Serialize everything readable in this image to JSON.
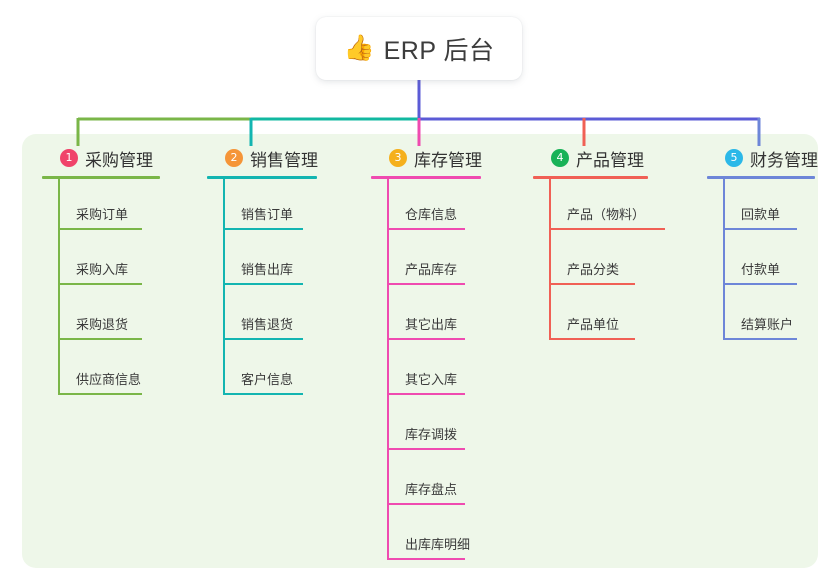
{
  "root": {
    "icon": "thumbs-up-icon",
    "emoji": "👍",
    "title": "ERP 后台"
  },
  "theme": {
    "panel_bg": "#eef7e9",
    "page_bg": "#ffffff",
    "root_connector": "#5b5bd6",
    "bus_left": "#7ab648",
    "bus_mid": "#12b8a0",
    "bus_right": "#5b5bd6"
  },
  "columns": [
    {
      "index": "1",
      "title": "采购管理",
      "badge_color": "#f0436a",
      "accent": "#7ab648",
      "items": [
        {
          "label": "采购订单"
        },
        {
          "label": "采购入库"
        },
        {
          "label": "采购退货"
        },
        {
          "label": "供应商信息"
        }
      ]
    },
    {
      "index": "2",
      "title": "销售管理",
      "badge_color": "#f59538",
      "accent": "#13b5b1",
      "items": [
        {
          "label": "销售订单"
        },
        {
          "label": "销售出库"
        },
        {
          "label": "销售退货"
        },
        {
          "label": "客户信息"
        }
      ]
    },
    {
      "index": "3",
      "title": "库存管理",
      "badge_color": "#f5b01c",
      "accent": "#ef4bb0",
      "items": [
        {
          "label": "仓库信息"
        },
        {
          "label": "产品库存"
        },
        {
          "label": "其它出库"
        },
        {
          "label": "其它入库"
        },
        {
          "label": "库存调拨"
        },
        {
          "label": "库存盘点"
        },
        {
          "label": "出库库明细"
        }
      ]
    },
    {
      "index": "4",
      "title": "产品管理",
      "badge_color": "#18b257",
      "accent": "#f06055",
      "items": [
        {
          "label": "产品（物料）"
        },
        {
          "label": "产品分类"
        },
        {
          "label": "产品单位"
        }
      ]
    },
    {
      "index": "5",
      "title": "财务管理",
      "badge_color": "#2bb8e8",
      "accent": "#6d86d8",
      "items": [
        {
          "label": "回款单"
        },
        {
          "label": "付款单"
        },
        {
          "label": "结算账户"
        }
      ]
    }
  ]
}
